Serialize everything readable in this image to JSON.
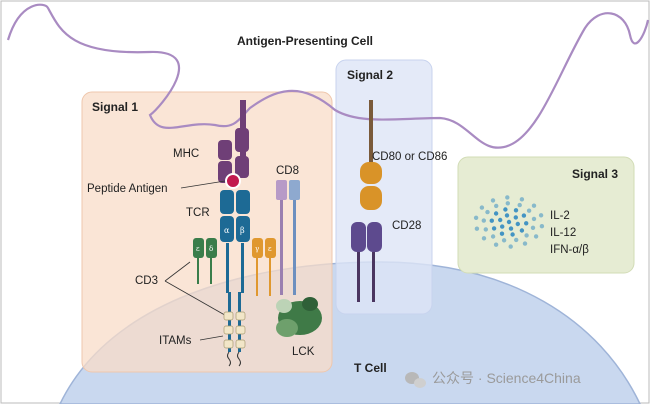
{
  "labels": {
    "apc": "Antigen-Presenting Cell",
    "tcell": "T Cell",
    "signal1": "Signal 1",
    "signal2": "Signal 2",
    "signal3": "Signal 3",
    "mhc": "MHC",
    "peptide": "Peptide Antigen",
    "tcr": "TCR",
    "cd8": "CD8",
    "cd3": "CD3",
    "itams": "ITAMs",
    "lck": "LCK",
    "cd80": "CD80 or CD86",
    "cd28": "CD28",
    "alpha": "α",
    "beta": "β",
    "epsilon": "ε",
    "delta": "δ",
    "gamma": "γ"
  },
  "cytokines": [
    "IL-2",
    "IL-12",
    "IFN-α/β"
  ],
  "watermark": "公众号 · Science4China",
  "colors": {
    "membrane": "#a98bc2",
    "tcell_fill": "#c9d8ef",
    "signal1_bg": "#f8dcc8",
    "signal2_bg": "#dde5f6",
    "signal3_bg": "#e6ecd3",
    "mhc": "#6f3f77",
    "tcr": "#1d6a95",
    "cd8_a": "#b79ac7",
    "cd8_b": "#8ea9cf",
    "cd3_green": "#3a7d4a",
    "cd3_orange": "#e0982f",
    "cd80": "#d99328",
    "cd28": "#5d4a8e",
    "lck": "#3f7a47",
    "stalk": "#4a3560",
    "dots": "#3a8fc2"
  }
}
